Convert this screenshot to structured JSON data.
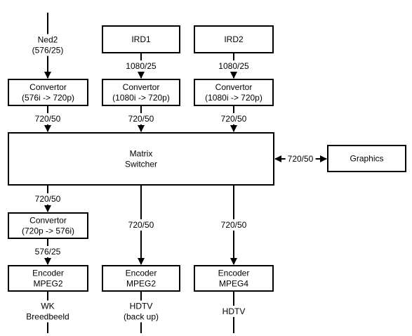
{
  "boxes": {
    "ird1": [
      "IRD1"
    ],
    "ird2": [
      "IRD2"
    ],
    "conv_ned2": [
      "Convertor",
      "(576i -> 720p)"
    ],
    "conv_ird1": [
      "Convertor",
      "(1080i -> 720p)"
    ],
    "conv_ird2": [
      "Convertor",
      "(1080i -> 720p)"
    ],
    "matrix": [
      "Matrix",
      "Switcher"
    ],
    "graphics": [
      "Graphics"
    ],
    "conv_down": [
      "Convertor",
      "(720p -> 576i)"
    ],
    "enc1": [
      "Encoder",
      "MPEG2"
    ],
    "enc2": [
      "Encoder",
      "MPEG2"
    ],
    "enc3": [
      "Encoder",
      "MPEG4"
    ]
  },
  "labels": {
    "ned2_source": [
      "Ned2",
      "(576/25)"
    ],
    "ird1_out": [
      "1080/25"
    ],
    "ird2_out": [
      "1080/25"
    ],
    "conv1_out": [
      "720/50"
    ],
    "conv2_out": [
      "720/50"
    ],
    "conv3_out": [
      "720/50"
    ],
    "graphics_link": [
      "720/50"
    ],
    "matrix_out1": [
      "720/50"
    ],
    "matrix_out2": [
      "720/50"
    ],
    "matrix_out3": [
      "720/50"
    ],
    "conv_down_out": [
      "576/25"
    ],
    "out1": [
      "WK",
      "Breedbeeld"
    ],
    "out2": [
      "HDTV",
      "(back up)"
    ],
    "out3": [
      "HDTV"
    ]
  }
}
